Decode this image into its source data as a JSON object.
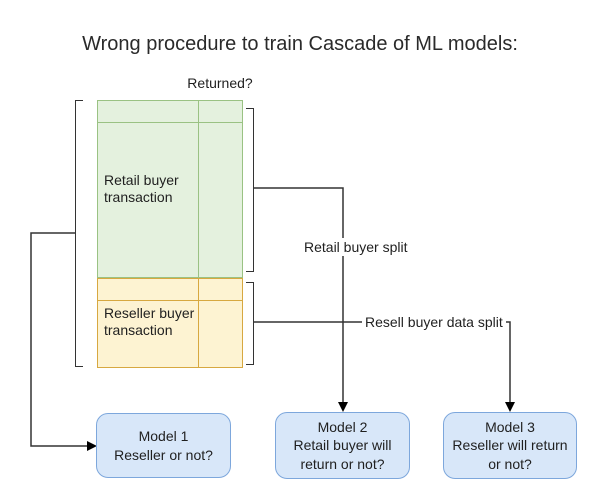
{
  "title": "Wrong procedure to train Cascade of ML models:",
  "dataset_table": {
    "column_header": "Returned?",
    "retail_section": {
      "label": "Retail buyer\ntransaction"
    },
    "reseller_section": {
      "label": "Reseller buyer\ntransaction"
    }
  },
  "edges": {
    "retail_split_label": "Retail buyer split",
    "resell_split_label": "Resell buyer data split"
  },
  "models": [
    {
      "label": "Model 1\nReseller or not?"
    },
    {
      "label": "Model 2\nRetail buyer will\nreturn or not?"
    },
    {
      "label": "Model 3\nReseller will return\nor not?"
    }
  ],
  "colors": {
    "retail-fill": "#e4f1de",
    "retail-border": "#9ac283",
    "reseller-fill": "#fdf3d2",
    "reseller-border": "#d7a840",
    "model-fill": "#d8e7f9",
    "model-border": "#7da7dc",
    "line": "#333333"
  }
}
